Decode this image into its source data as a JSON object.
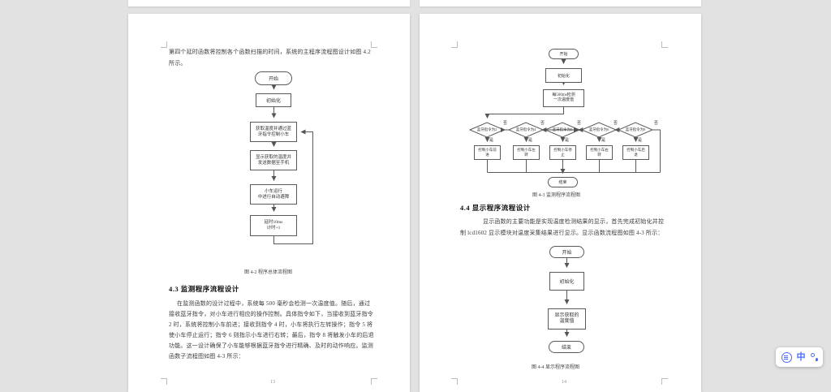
{
  "document": {
    "left_page": {
      "page_number": "13",
      "intro_lines": [
        "第四个延时函数将控制各个函数扫描的时间，系统的主程序流程图设计如图 4.2",
        "所示。"
      ],
      "flowchart_main": {
        "start": "开始",
        "init": "初始化",
        "steps": [
          [
            "获取温度并通过蓝",
            "牙指令控制小车"
          ],
          [
            "显示获取的温度并",
            "发送数据至手机"
          ],
          [
            "小车运行",
            "中进行自动避障"
          ],
          [
            "延时10ms",
            "计时+1"
          ]
        ],
        "caption": "图 4-2  程序总体流程图"
      },
      "section_heading": "4.3  监测程序流程设计",
      "body_lines": [
        "在监测函数的设计过程中，系统每 500 毫秒会检测一次温度值。随后，通过",
        "接收蓝牙指令，对小车进行相应的操作控制。具体指令如下，当接收到蓝牙指令",
        "2 时，系统将控制小车前进；接收到指令 4 时，小车将执行左转操作；指令 5 将",
        "使小车停止运行；指令 6 则指示小车进行右转；最后，指令 8 将触发小车的后退",
        "功能。这一设计确保了小车能够根据蓝牙指令进行精确、及时的动作响应。监测",
        "函数子流程图如图 4-3 所示："
      ]
    },
    "right_page": {
      "page_number": "14",
      "flowchart_monitor": {
        "start": "开始",
        "init": "初始化",
        "detect_lines": [
          "每500ms检测",
          "一次温度值"
        ],
        "branches": [
          {
            "cond": "蓝牙指令为2",
            "no": "否",
            "yes": "是",
            "action_lines": [
              "控制小车前",
              "进"
            ]
          },
          {
            "cond": "蓝牙指令为4",
            "no": "否",
            "yes": "是",
            "action_lines": [
              "控制小车左",
              "转"
            ]
          },
          {
            "cond": "蓝牙指令为5",
            "no": "否",
            "yes": "是",
            "action_lines": [
              "控制小车停",
              "止"
            ]
          },
          {
            "cond": "蓝牙指令为6",
            "no": "否",
            "yes": "是",
            "action_lines": [
              "控制小车右",
              "转"
            ]
          },
          {
            "cond": "蓝牙指令为8",
            "no": "否",
            "yes": "是",
            "action_lines": [
              "控制小车后",
              "退"
            ]
          }
        ],
        "end": "结束",
        "caption": "图 4-3  监测程序流程图"
      },
      "section_heading": "4.4  显示程序流程设计",
      "body_lines": [
        "显示函数的主要功能是实现温度检测结果的显示，首先完成初始化并控",
        "制 lcd1602 显示模块对温度采集结果进行显示。显示函数流程图如图 4-3 所示："
      ],
      "flowchart_display": {
        "start": "开始",
        "init": "初始化",
        "step_lines": [
          "显示获取的",
          "温度值"
        ],
        "end": "结束",
        "caption": "图 4-4  显示程序流程图"
      }
    }
  },
  "translate_widget": {
    "lang_label": "中"
  },
  "colors": {
    "background": "#e2e2e2",
    "accent_blue": "#4a6cf7",
    "stroke": "#555555"
  }
}
